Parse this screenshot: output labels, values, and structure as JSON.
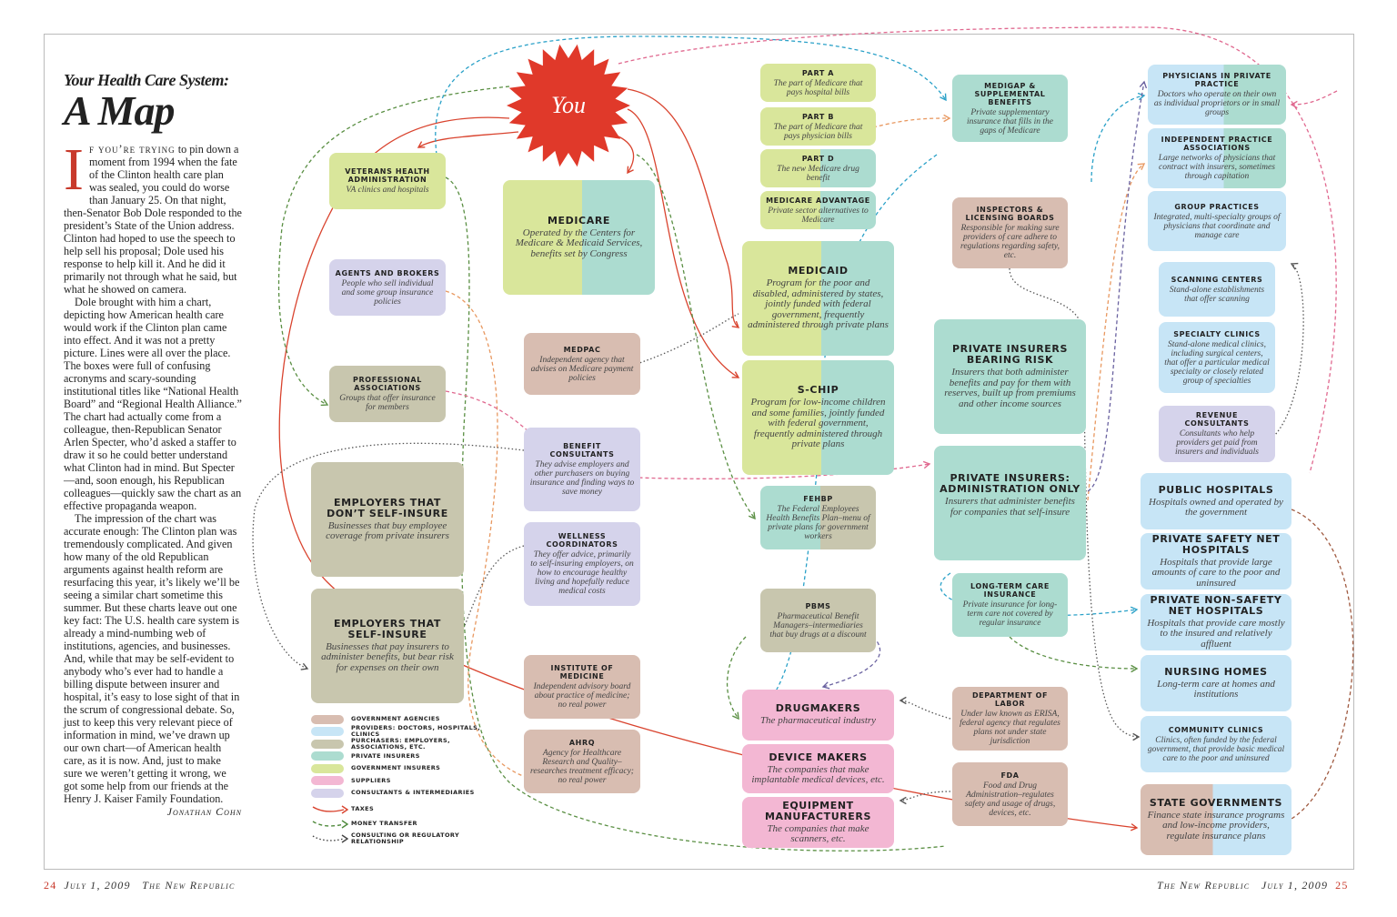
{
  "article": {
    "kicker": "Your Health Care System:",
    "headline": "A Map",
    "dropcap": "I",
    "lead": "f you’re trying",
    "p1": " to pin down a moment from 1994 when the fate of the Clinton health care plan was sealed, you could do worse than January 25. On that night, then-Senator Bob Dole responded to the president’s State of the Union address. Clinton had hoped to use the speech to help sell his proposal; Dole used his response to help kill it. And he did it primarily not through what he said, but what he showed on camera.",
    "p2": "Dole brought with him a chart, depicting how American health care would work if the Clinton plan came into effect. And it was not a pretty picture. Lines were all over the place. The boxes were full of confusing acronyms and scary-sounding institutional titles like “National Health Board” and “Regional Health Alliance.” The chart had actually come from a colleague, then-Republican Senator Arlen Specter, who’d asked a staffer to draw it so he could better understand what Clinton had in mind. But Specter—and, soon enough, his Republican colleagues—quickly saw the chart as an effective propaganda weapon.",
    "p3": "The impression of the chart was accurate enough: The Clinton plan was tremendously complicated. And given how many of the old Republican arguments against health reform are resurfacing this year, it’s likely we’ll be seeing a similar chart sometime this summer. But these charts leave out one key fact: The U.S. health care system is already a mind-numbing web of institutions, agencies, and businesses. And, while that may be self-evident to anybody who’s ever had to handle a billing dispute between insurer and hospital, it’s easy to lose sight of that in the scrum of congressional debate. So, just to keep this very relevant piece of information in mind, we’ve drawn up our own chart—of American health care, as it is now. And, just to make sure we weren’t getting it wrong, we got some help from our friends at the Henry J. Kaiser Family Foundation.",
    "byline": "Jonathan Cohn"
  },
  "footer": {
    "left_page": "24",
    "left_text": "July 1, 2009   The New Republic",
    "right_text": "The New Republic   July 1, 2009",
    "right_page": "25"
  },
  "you": "You",
  "nodes": {
    "veterans": {
      "title": "Veterans Health Administration",
      "desc": "VA clinics and hospitals"
    },
    "agents": {
      "title": "Agents and Brokers",
      "desc": "People who sell individual and some group insurance policies"
    },
    "professional": {
      "title": "Professional Associations",
      "desc": "Groups that offer insurance for members"
    },
    "emp_dont": {
      "title": "Employers that don’t self-insure",
      "desc": "Businesses that buy employee coverage from private insurers"
    },
    "emp_self": {
      "title": "Employers that self-insure",
      "desc": "Businesses that pay insurers to administer benefits, but bear risk for expenses on their own"
    },
    "medicare": {
      "title": "Medicare",
      "desc": "Operated by the Centers for Medicare & Medicaid Services, benefits set by Congress"
    },
    "medpac": {
      "title": "MedPAC",
      "desc": "Independent agency that advises on Medicare payment policies"
    },
    "benefit": {
      "title": "Benefit Consultants",
      "desc": "They advise employers and other purchasers on buying insurance and finding ways to save money"
    },
    "wellness": {
      "title": "Wellness Coordinators",
      "desc": "They offer advice, primarily to self-insuring employers, on how to encourage healthy living and hopefully reduce medical costs"
    },
    "iom": {
      "title": "Institute of Medicine",
      "desc": "Independent advisory board about practice of medicine; no real power"
    },
    "ahrq": {
      "title": "AHRQ",
      "desc": "Agency for Healthcare Research and Quality–researches treatment efficacy; no real power"
    },
    "parta": {
      "title": "Part A",
      "desc": "The part of Medicare that pays hospital bills"
    },
    "partb": {
      "title": "Part B",
      "desc": "The part of Medicare that pays physician bills"
    },
    "partd": {
      "title": "Part D",
      "desc": "The new Medicare drug benefit"
    },
    "medadv": {
      "title": "Medicare Advantage",
      "desc": "Private sector alternatives to Medicare"
    },
    "medicaid": {
      "title": "Medicaid",
      "desc": "Program for the poor and disabled, administered by states, jointly funded with federal government, frequently administered through private plans"
    },
    "schip": {
      "title": "S-CHIP",
      "desc": "Program for low-income children and some families, jointly funded with federal government, frequently administered through private plans"
    },
    "fehbp": {
      "title": "FEHBP",
      "desc": "The Federal Employees Health Benefits Plan–menu of private plans for government workers"
    },
    "pbms": {
      "title": "PBMs",
      "desc": "Pharmaceutical Benefit Managers–intermediaries that buy drugs at a discount"
    },
    "drugmakers": {
      "title": "Drugmakers",
      "desc": "The pharmaceutical industry"
    },
    "device": {
      "title": "Device Makers",
      "desc": "The companies that make implantable medical devices, etc."
    },
    "equipment": {
      "title": "Equipment Manufacturers",
      "desc": "The companies that make scanners, etc."
    },
    "medigap": {
      "title": "Medigap & Supplemental Benefits",
      "desc": "Private supplementary insurance that fills in the gaps of Medicare"
    },
    "inspectors": {
      "title": "Inspectors & Licensing Boards",
      "desc": "Responsible for making sure providers of care adhere to regulations regarding safety, etc."
    },
    "pirisk": {
      "title": "Private Insurers Bearing Risk",
      "desc": "Insurers that both administer benefits and pay for them with reserves, built up from premiums and other income sources"
    },
    "piadmin": {
      "title": "Private Insurers: Administration Only",
      "desc": "Insurers that administer benefits for companies that self-insure"
    },
    "ltc": {
      "title": "Long-Term Care Insurance",
      "desc": "Private insurance for long-term care not covered by regular insurance"
    },
    "dol": {
      "title": "Department of Labor",
      "desc": "Under law known as ERISA, federal agency that regulates plans not under state jurisdiction"
    },
    "fda": {
      "title": "FDA",
      "desc": "Food and Drug Administration–regulates safety and usage of drugs, devices, etc."
    },
    "physicians": {
      "title": "Physicians in Private Practice",
      "desc": "Doctors who operate on their own as individual proprietors or in small groups"
    },
    "ipa": {
      "title": "Independent Practice Associations",
      "desc": "Large networks of physicians that contract with insurers, sometimes through capitation"
    },
    "group": {
      "title": "Group Practices",
      "desc": "Integrated, multi-specialty groups of physicians that coordinate and manage care"
    },
    "scanning": {
      "title": "Scanning Centers",
      "desc": "Stand-alone establishments that offer scanning"
    },
    "specialty": {
      "title": "Specialty Clinics",
      "desc": "Stand-alone medical clinics, including surgical centers, that offer a particular medical specialty or closely related group of specialties"
    },
    "revenue": {
      "title": "Revenue Consultants",
      "desc": "Consultants who help providers get paid from insurers and individuals"
    },
    "public": {
      "title": "Public Hospitals",
      "desc": "Hospitals owned and operated by the government"
    },
    "psafety": {
      "title": "Private Safety Net Hospitals",
      "desc": "Hospitals that provide large amounts of care to the poor and uninsured"
    },
    "pnonsafety": {
      "title": "Private Non-Safety Net Hospitals",
      "desc": "Hospitals that provide care mostly to the insured and relatively affluent"
    },
    "nursing": {
      "title": "Nursing Homes",
      "desc": "Long-term care at homes and institutions"
    },
    "community": {
      "title": "Community Clinics",
      "desc": "Clinics, often funded by the federal government, that provide basic medical care to the poor and uninsured"
    },
    "state": {
      "title": "State Governments",
      "desc": "Finance state insurance programs and low-income providers, regulate insurance plans"
    }
  },
  "legend": {
    "categories": [
      {
        "label": "Government Agencies",
        "color": "#d8bdb1"
      },
      {
        "label": "Providers: Doctors, Hospitals, Clinics",
        "color": "#c7e5f6"
      },
      {
        "label": "Purchasers: Employers, Associations, etc.",
        "color": "#c8c6ae"
      },
      {
        "label": "Private Insurers",
        "color": "#acdcd0"
      },
      {
        "label": "Government Insurers",
        "color": "#d9e69b"
      },
      {
        "label": "Suppliers",
        "color": "#f3b7d3"
      },
      {
        "label": "Consultants & Intermediaries",
        "color": "#d5d3eb"
      }
    ],
    "lines": [
      {
        "label": "Taxes",
        "color": "#d9432e"
      },
      {
        "label": "Money Transfer",
        "color": "#4f8a3c"
      },
      {
        "label": "Consulting or Regulatory Relationship",
        "color": "#444444"
      }
    ]
  }
}
